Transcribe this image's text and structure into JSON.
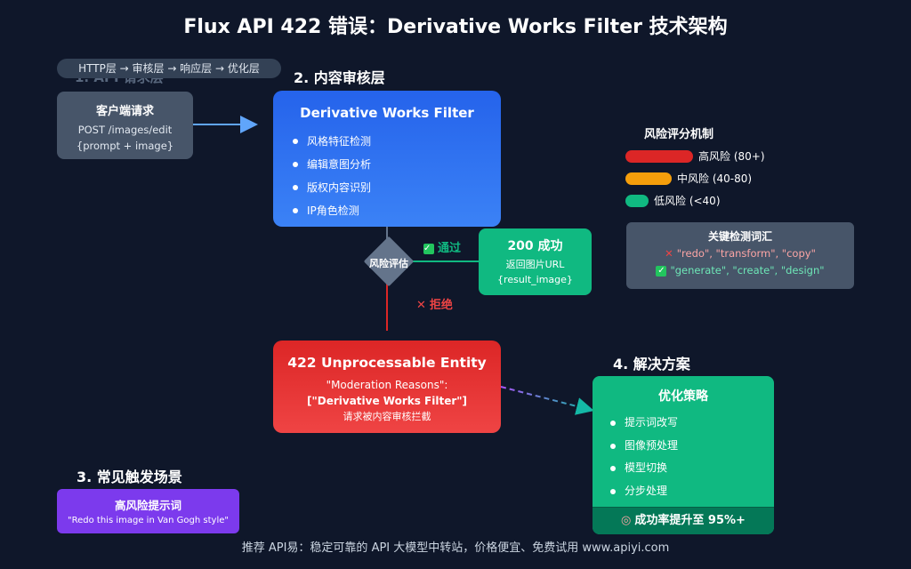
{
  "title": "Flux API 422 错误：Derivative Works Filter 技术架构",
  "layer_strip": "HTTP层 → 审核层 → 响应层 → 优化层",
  "sections": {
    "api_layer": "1. API 请求层",
    "moderation_layer": "2. 内容审核层",
    "scenarios": "3. 常见触发场景",
    "solutions": "4. 解决方案"
  },
  "client": {
    "title": "客户端请求",
    "line1": "POST /images/edit",
    "line2": "{prompt + image}"
  },
  "filter": {
    "title": "Derivative Works Filter",
    "items": [
      "风格特征检测",
      "编辑意图分析",
      "版权内容识别",
      "IP角色检测"
    ]
  },
  "decision": {
    "label": "风险评估",
    "pass": "通过",
    "reject": "拒绝",
    "pass_icon": "check-icon",
    "reject_icon": "cross-icon"
  },
  "success": {
    "title": "200 成功",
    "line1": "返回图片URL",
    "line2": "{result_image}"
  },
  "error": {
    "title": "422 Unprocessable Entity",
    "line1": "\"Moderation Reasons\":",
    "line2": "[\"Derivative Works Filter\"]",
    "line3": "请求被内容审核拦截"
  },
  "risk": {
    "title": "风险评分机制",
    "levels": [
      {
        "label": "高风险 (80+)",
        "color": "#dc2626"
      },
      {
        "label": "中风险 (40-80)",
        "color": "#f59e0b"
      },
      {
        "label": "低风险 (<40)",
        "color": "#10b981"
      }
    ]
  },
  "keywords": {
    "title": "关键检测词汇",
    "bad": "\"redo\", \"transform\", \"copy\"",
    "good": "\"generate\", \"create\", \"design\""
  },
  "strategy": {
    "title": "优化策略",
    "items": [
      "提示词改写",
      "图像预处理",
      "模型切换",
      "分步处理"
    ],
    "footer": "成功率提升至 95%+",
    "footer_icon": "target-icon"
  },
  "scenario": {
    "title": "高风险提示词",
    "line": "\"Redo this image in Van Gogh style\""
  },
  "footer": "推荐 API易：稳定可靠的 API 大模型中转站，价格便宜、免费试用 www.apiyi.com",
  "colors": {
    "background": "#0f172a",
    "filter_blue": "#2563eb",
    "error_red": "#dc2626",
    "success_green": "#10b981",
    "scenario_purple": "#7c3aed",
    "neutral_box": "#475569",
    "arrow_blue": "#60a5fa"
  }
}
